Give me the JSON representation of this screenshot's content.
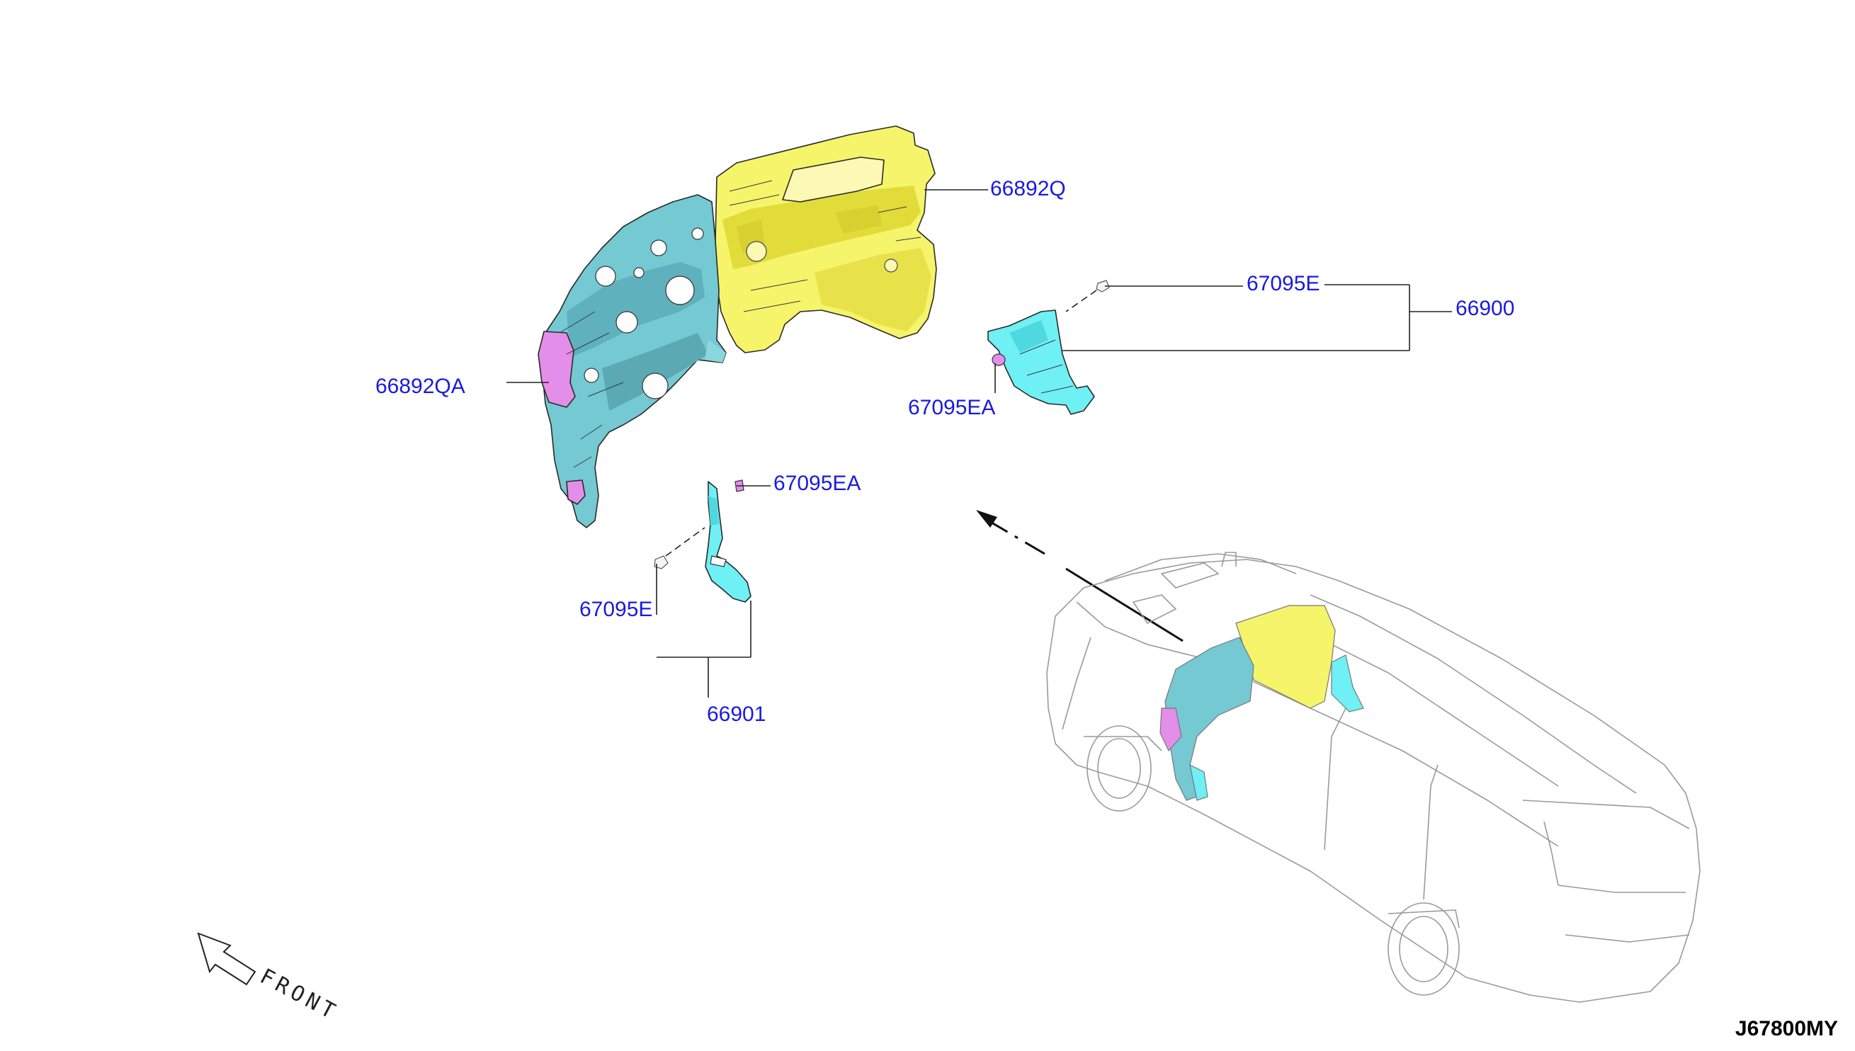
{
  "diagram_id": "J67800MY",
  "front_label": "FRONT",
  "callouts": {
    "upper_insulator": "66892Q",
    "lower_insulator": "66892QA",
    "clip_right": "67095E",
    "assy_right": "66900",
    "grommet_right": "67095EA",
    "grommet_left": "67095EA",
    "clip_left": "67095E",
    "assy_left": "66901"
  },
  "icons": {
    "front_arrow": "front-direction-arrow-icon",
    "view_arrow": "view-direction-arrow-icon"
  },
  "colors": {
    "callout_text": "#1a1ae0",
    "yellow_part": "#f6f46a",
    "teal_part": "#74c9d3",
    "cyan_part": "#6ef0f5",
    "pink_part": "#e38ee8",
    "vehicle_outline": "#9a9a9a"
  }
}
